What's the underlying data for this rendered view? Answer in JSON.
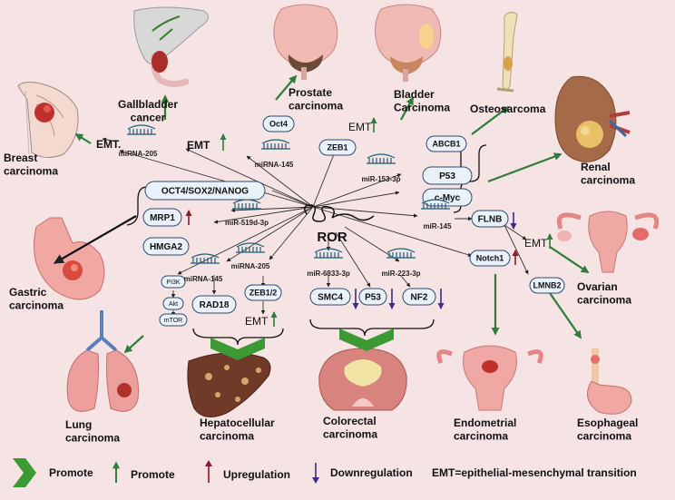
{
  "center": {
    "label": "ROR"
  },
  "organs": {
    "gallbladder": "Gallbladder\ncancer",
    "prostate": "Prostate\ncarcinoma",
    "bladder": "Bladder\nCarcinoma",
    "osteosarcoma": "Osteosarcoma",
    "breast": "Breast\ncarcinoma",
    "renal": "Renal\ncarcinoma",
    "ovarian": "Ovarian\ncarcinoma",
    "gastric": "Gastric\ncarcinoma",
    "lung": "Lung\ncarcinoma",
    "hepatocellular": "Hepatocellular\ncarcinoma",
    "colorectal": "Colorectal\ncarcinoma",
    "endometrial": "Endometrial\ncarcinoma",
    "esophageal": "Esophageal\ncarcinoma"
  },
  "boxes": {
    "oct4": "Oct4",
    "zeb1": "ZEB1",
    "abcb1": "ABCB1",
    "p53_renal": "P53",
    "cmyc": "c-Myc",
    "oct4_sox2_nanog": "OCT4/SOX2/NANOG",
    "mrp1": "MRP1",
    "hmga2": "HMGA2",
    "flnb": "FLNB",
    "notch1": "Notch1",
    "lmnb2": "LMNB2",
    "pi3k": "PI3K",
    "akt": "Akt",
    "mtor": "mTOR",
    "rad18": "RAD18",
    "zeb12": "ZEB1/2",
    "smc4": "SMC4",
    "p53_colorectal": "P53",
    "nf2": "NF2"
  },
  "mirnas": {
    "mir205_breast": "miRNA-205",
    "mir145_prostate": "miRNA-145",
    "mir1533p": "miR-153-3p",
    "mir519d": "miR-519d-3p",
    "mir145_flnb": "miR-145",
    "mir145_liver": "miRNA-145",
    "mir205_liver": "miRNA-205",
    "mir6833": "miR-6833-3p",
    "mir2233p": "miR-223-3p"
  },
  "emt_labels": {
    "text": "EMT",
    "text_dot": "EMT."
  },
  "legend": {
    "promote_chevron": "Promote",
    "promote_arrow": "Promote",
    "upregulation": "Upregulation",
    "downregulation": "Downregulation",
    "emt_def": "EMT=epithelial-mesenchymal transition"
  },
  "colors": {
    "background": "#f6e3e3",
    "box_fill": "#e9f1fb",
    "box_stroke": "#2f4a6d",
    "promote_green": "#2e7d3b",
    "chevron_green": "#3c9a34",
    "upregulation": "#8b1a2b",
    "downregulation": "#3b2a86",
    "mirna": "#1f5d7a"
  }
}
